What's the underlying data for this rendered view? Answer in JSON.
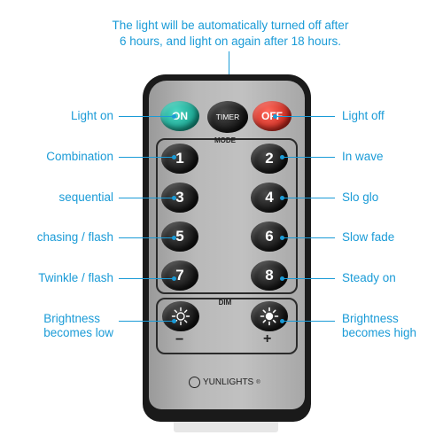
{
  "top_note": {
    "line1": "The light will be automatically turned off after",
    "line2": "6 hours, and light on again after 18 hours."
  },
  "remote": {
    "on_label": "ON",
    "timer_label": "TIMER",
    "off_label": "OFF",
    "mode_label": "MODE",
    "dim_label": "DIM",
    "minus": "−",
    "plus": "+",
    "brand": "YUNLIGHTS",
    "brand_mark": "®",
    "buttons": [
      "1",
      "2",
      "3",
      "4",
      "5",
      "6",
      "7",
      "8"
    ]
  },
  "callouts": {
    "light_on": "Light on",
    "light_off": "Light off",
    "combination": "Combination",
    "in_wave": "In wave",
    "sequential": "sequential",
    "slo_glo": "Slo glo",
    "chasing_flash": "chasing / flash",
    "slow_fade": "Slow fade",
    "twinkle_flash": "Twinkle / flash",
    "steady_on": "Steady on",
    "brightness_low_1": "Brightness",
    "brightness_low_2": "becomes low",
    "brightness_high_1": "Brightness",
    "brightness_high_2": "becomes high"
  },
  "colors": {
    "accent": "#1a9bd7",
    "on_button": "#1fb39f",
    "off_button": "#e0372b"
  }
}
